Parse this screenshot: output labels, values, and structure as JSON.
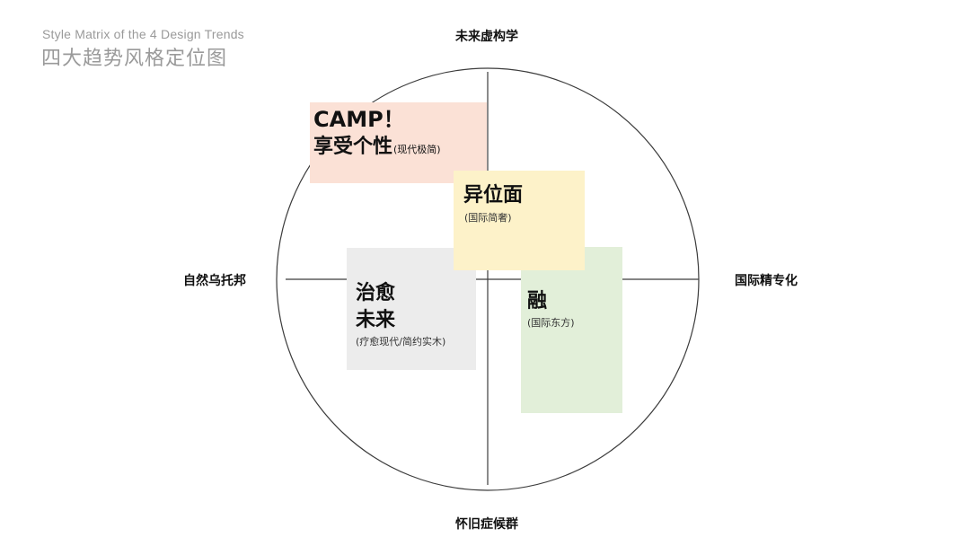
{
  "header": {
    "subtitle_en": "Style Matrix of the 4 Design Trends",
    "title_zh": "四大趋势风格定位图"
  },
  "axes": {
    "top": "未来虚构学",
    "bottom": "怀旧症候群",
    "left": "自然乌托邦",
    "right": "国际精专化"
  },
  "boxes": {
    "camp": {
      "title_line1": "CAMP！",
      "title_line2": "享受个性",
      "subtitle": "(现代极简)",
      "color": "#fbe1d6"
    },
    "yiweimian": {
      "title": "异位面",
      "subtitle": "(国际简奢)",
      "color": "#fdf2c9"
    },
    "zhiyu": {
      "title_line1": "治愈",
      "title_line2": "未来",
      "subtitle": "(疗愈现代/简约实木)",
      "color": "#ececec"
    },
    "rong": {
      "title": "融",
      "subtitle": "(国际东方)",
      "color": "#e2efd9"
    }
  },
  "colors": {
    "line": "#3c3c3c",
    "header": "#9a9a9a"
  }
}
